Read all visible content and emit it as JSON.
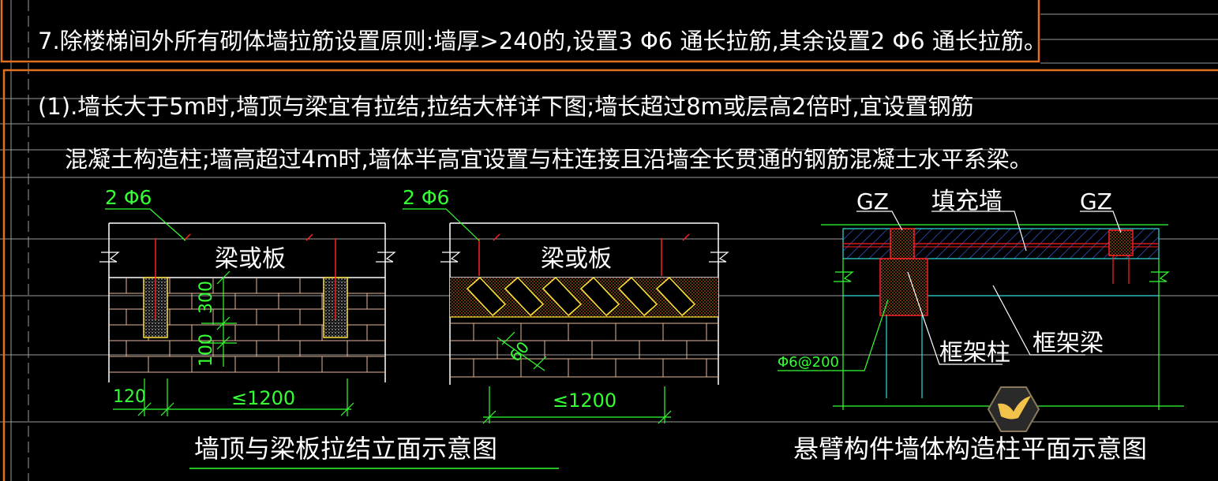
{
  "notes": {
    "line1": "7.除楼梯间外所有砌体墙拉筋设置原则:墙厚>240的,设置3 Φ6 通长拉筋,其余设置2 Φ6 通长拉筋。",
    "line2": "(1).墙长大于5m时,墙顶与梁宜有拉结,拉结大样详下图;墙长超过8m或层高2倍时,宜设置钢筋",
    "line3": "混凝土构造柱;墙高超过4m时,墙体半高宜设置与柱连接且沿墙全长贯通的钢筋混凝土水平系梁。"
  },
  "detail_left": {
    "rebar_label": "2 Φ6",
    "beam_label": "梁或板",
    "dim_300": "300",
    "dim_100": "100",
    "dim_120": "120",
    "dim_1200": "≤1200"
  },
  "detail_middle": {
    "rebar_label": "2 Φ6",
    "beam_label": "梁或板",
    "dim_60": "60",
    "dim_1200": "≤1200"
  },
  "detail_right": {
    "gz_left": "GZ",
    "infill_label": "填充墙",
    "gz_right": "GZ",
    "column_label": "框架柱",
    "beam_label": "框架梁",
    "rebar_spec": "Φ6@200"
  },
  "captions": {
    "left": "墙顶与梁板拉结立面示意图",
    "right": "悬臂构件墙体构造柱平面示意图"
  },
  "colors": {
    "background": "#000000",
    "text": "#ffffff",
    "border_orange": "#e0701e",
    "dimension_green": "#33ff33",
    "rebar_red": "#ff2020",
    "brick_tan": "#e8b89a",
    "concrete_yellow": "#ffe23a",
    "guide_line": "#9a9a9a",
    "cyan": "#33dddd",
    "hatch_blue": "#3a6cff"
  },
  "icons": {
    "logo": "bird-logo-icon"
  }
}
